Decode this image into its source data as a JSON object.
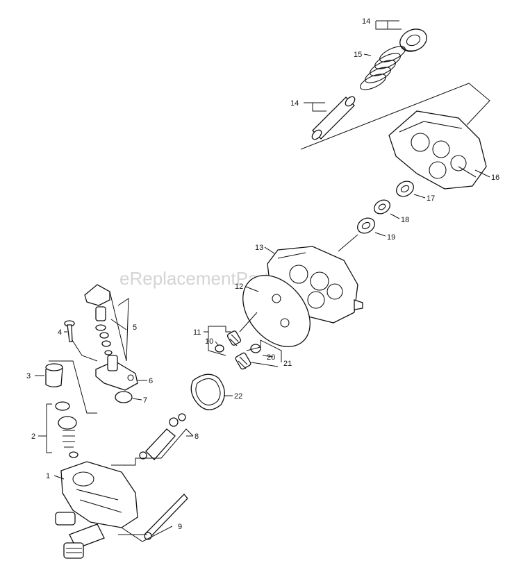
{
  "watermark": "eReplacementParts.com",
  "callouts": [
    {
      "id": "c1",
      "label": "1"
    },
    {
      "id": "c2",
      "label": "2"
    },
    {
      "id": "c3",
      "label": "3"
    },
    {
      "id": "c4",
      "label": "4"
    },
    {
      "id": "c5",
      "label": "5"
    },
    {
      "id": "c6",
      "label": "6"
    },
    {
      "id": "c7",
      "label": "7"
    },
    {
      "id": "c8",
      "label": "8"
    },
    {
      "id": "c9",
      "label": "9"
    },
    {
      "id": "c10",
      "label": "10"
    },
    {
      "id": "c11",
      "label": "11"
    },
    {
      "id": "c12",
      "label": "12"
    },
    {
      "id": "c13",
      "label": "13"
    },
    {
      "id": "c14a",
      "label": "14"
    },
    {
      "id": "c14b",
      "label": "14"
    },
    {
      "id": "c15",
      "label": "15"
    },
    {
      "id": "c16",
      "label": "16"
    },
    {
      "id": "c17",
      "label": "17"
    },
    {
      "id": "c18",
      "label": "18"
    },
    {
      "id": "c19",
      "label": "19"
    },
    {
      "id": "c20",
      "label": "20"
    },
    {
      "id": "c21",
      "label": "21"
    },
    {
      "id": "c22",
      "label": "22"
    }
  ]
}
